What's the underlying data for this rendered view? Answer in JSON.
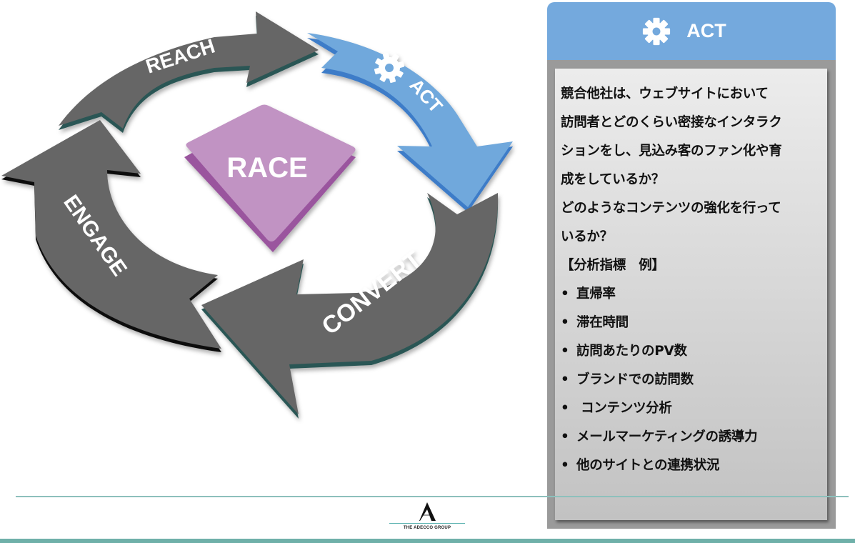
{
  "diagram": {
    "center_label": "RACE",
    "arrows": [
      {
        "id": "reach",
        "label": "REACH",
        "color": "#666666",
        "edge": "#2b5754"
      },
      {
        "id": "act",
        "label": "ACT",
        "color": "#6fa8dc",
        "edge": "#3d7cc8",
        "icon": "gear-icon",
        "highlighted": true
      },
      {
        "id": "convert",
        "label": "CONVERT",
        "color": "#666666",
        "edge": "#2b5754"
      },
      {
        "id": "engage",
        "label": "ENGAGE",
        "color": "#666666",
        "edge": "#111111"
      }
    ],
    "center_color": "#c193c3",
    "center_edge": "#9a559e"
  },
  "panel": {
    "title": "ACT",
    "icon": "gear-icon",
    "header_color": "#74a9dd",
    "paragraphs": [
      "競合他社は、ウェブサイトにおいて",
      "訪問者とどのくらい密接なインタラク",
      "ションをし、見込み客のファン化や育",
      "成をしているか？",
      "どのようなコンテンツの強化を行って",
      "いるか？",
      "【分析指標　例】"
    ],
    "bullet": "•",
    "metrics": [
      "直帰率",
      "滞在時間",
      "訪問あたりのPV数",
      "ブランドでの訪問数",
      " コンテンツ分析",
      "メールマーケティングの誘導力",
      "他のサイトとの連携状況"
    ]
  },
  "footer": {
    "logo_letter": "A",
    "company": "THE ADECCO GROUP",
    "accent_color": "#6fb0a9"
  }
}
